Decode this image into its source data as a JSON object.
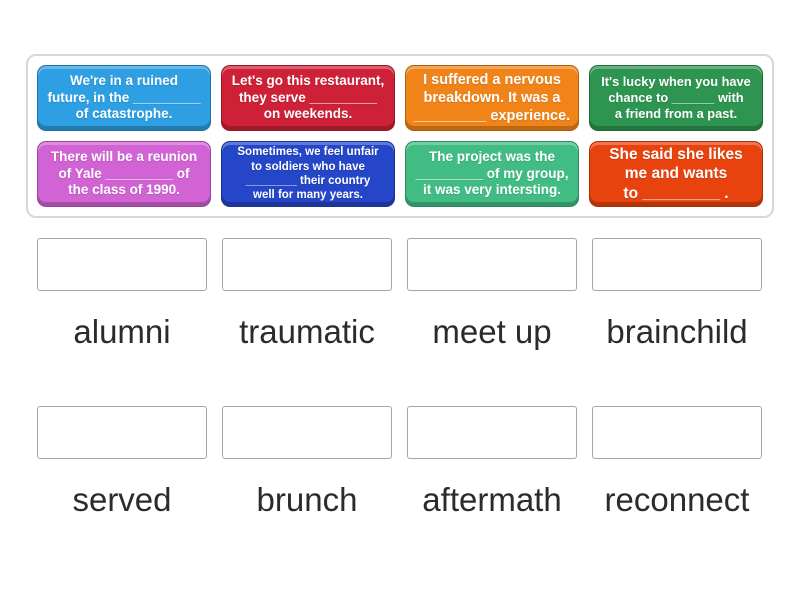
{
  "board": {
    "cards": [
      {
        "text": "We're in a ruined\nfuture, in the _________\nof catastrophe.",
        "color": "#2d9fe2"
      },
      {
        "text": "Let's go this restaurant,\nthey serve _________\non weekends.",
        "color": "#ce2137"
      },
      {
        "text": "I suffered a nervous\nbreakdown. It was a\n_________ experience.",
        "color": "#f08419"
      },
      {
        "text": "It's lucky when you have\nchance to ______ with\na friend from a past.",
        "color": "#2d9550"
      },
      {
        "text": "There will be a reunion\nof Yale _________ of\nthe class of 1990.",
        "color": "#d163d4"
      },
      {
        "text": "Sometimes, we feel unfair\nto soldiers who have\n________ their country\nwell for many years.",
        "color": "#2546c8"
      },
      {
        "text": "The project was the\n_________ of my group,\nit was very intersting.",
        "color": "#41bd84"
      },
      {
        "text": "She said she likes\nme and wants\nto _________ .",
        "color": "#e8430e"
      }
    ]
  },
  "rows": [
    {
      "words": [
        "alumni",
        "traumatic",
        "meet up",
        "brainchild"
      ]
    },
    {
      "words": [
        "served",
        "brunch",
        "aftermath",
        "reconnect"
      ]
    }
  ]
}
